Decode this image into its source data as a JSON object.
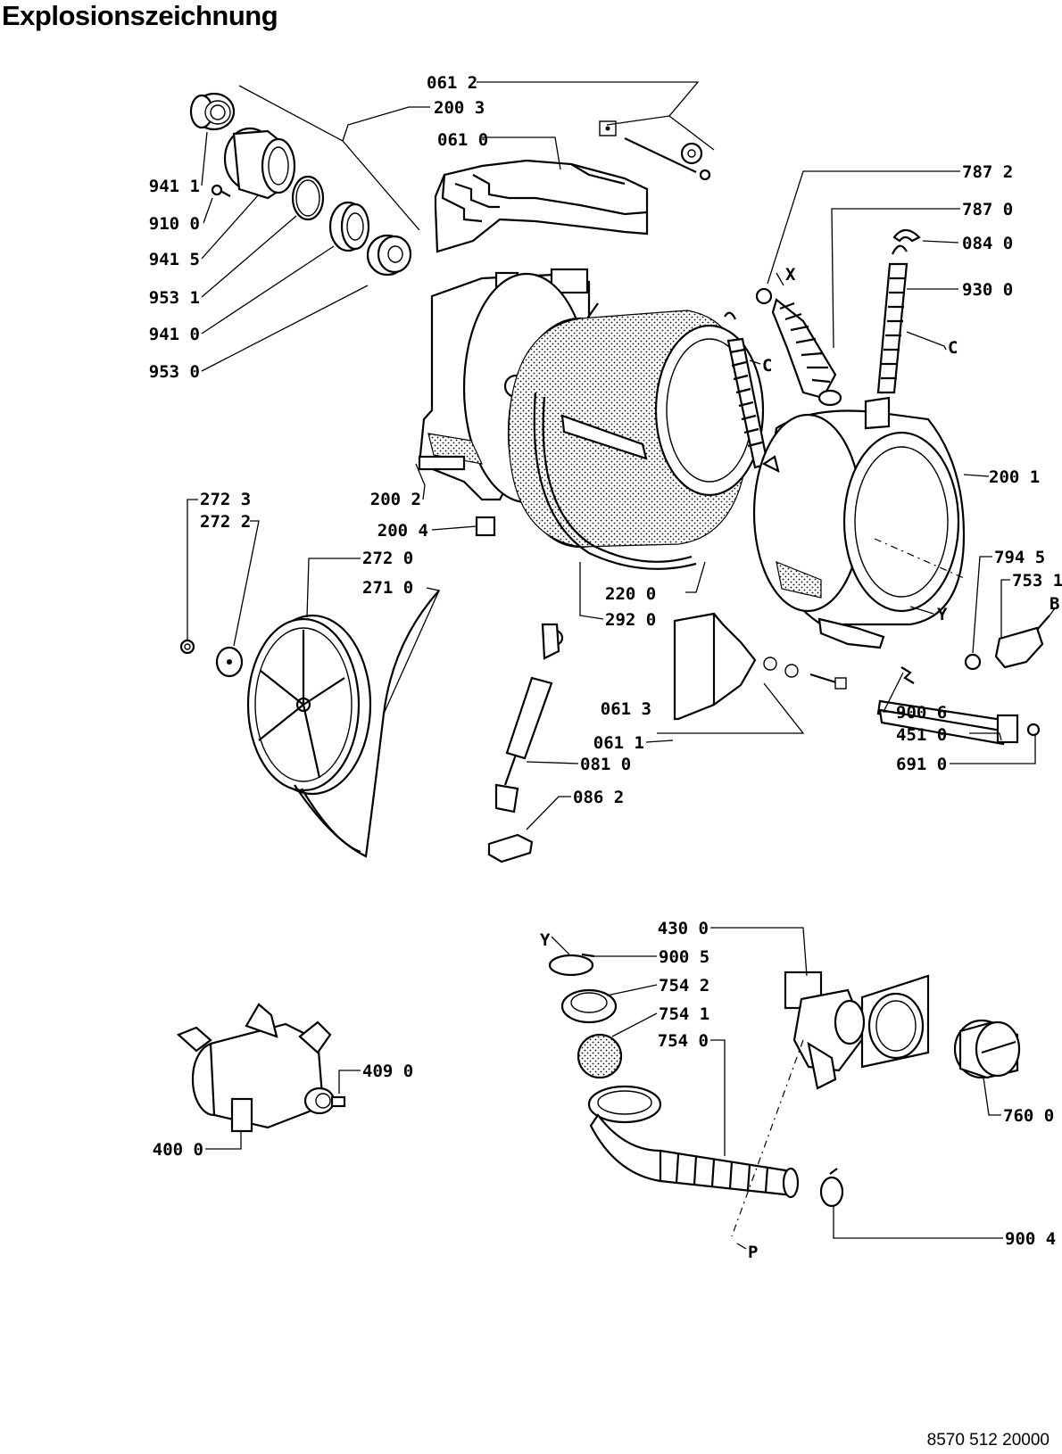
{
  "title": "Explosionszeichnung",
  "document_number": "8570 512 20000",
  "labels": {
    "p0612": "061 2",
    "p2003": "200 3",
    "p0610": "061 0",
    "p9411": "941 1",
    "p9100": "910 0",
    "p9415": "941 5",
    "p9531": "953 1",
    "p9410": "941 0",
    "p9530": "953 0",
    "p7872": "787 2",
    "p7870": "787 0",
    "p0840": "084 0",
    "p9300": "930 0",
    "markX": "X",
    "markC1": "C",
    "markC2": "C",
    "p2002": "200 2",
    "p2004": "200 4",
    "p2001": "200 1",
    "p2723": "272 3",
    "p2722": "272 2",
    "p2720": "272 0",
    "p2710": "271 0",
    "p2200": "220 0",
    "p2920": "292 0",
    "p7945": "794 5",
    "p7531": "753 1",
    "markB": "B",
    "markY1": "Y",
    "p0611": "061 1",
    "p0613": "061 3",
    "p9006": "900 6",
    "p4510": "451 0",
    "p6910": "691 0",
    "p0810": "081 0",
    "p0862": "086 2",
    "p4300": "430 0",
    "markY2": "Y",
    "p9005": "900 5",
    "p7542": "754 2",
    "p7541": "754 1",
    "p7540": "754 0",
    "p4090": "409 0",
    "p4000": "400 0",
    "p7600": "760 0",
    "markP": "P",
    "p9004": "900 4"
  }
}
